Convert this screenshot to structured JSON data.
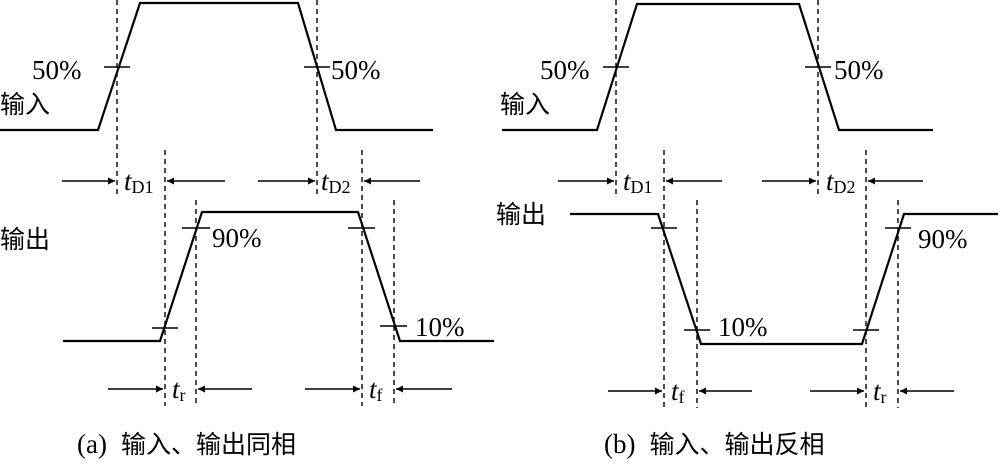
{
  "panel_a": {
    "input_label": "输入",
    "output_label": "输出",
    "pct_in_left": "50%",
    "pct_in_right": "50%",
    "pct_out_high": "90%",
    "pct_out_low": "10%",
    "td1": {
      "t": "t",
      "sub": "D1"
    },
    "td2": {
      "t": "t",
      "sub": "D2"
    },
    "tr": {
      "t": "t",
      "sub": "r"
    },
    "tf": {
      "t": "t",
      "sub": "f"
    },
    "caption_prefix": "(a)",
    "caption_text": "输入、输出同相"
  },
  "panel_b": {
    "input_label": "输入",
    "output_label": "输出",
    "pct_in_left": "50%",
    "pct_in_right": "50%",
    "pct_out_high": "90%",
    "pct_out_low": "10%",
    "td1": {
      "t": "t",
      "sub": "D1"
    },
    "td2": {
      "t": "t",
      "sub": "D2"
    },
    "tf": {
      "t": "t",
      "sub": "f"
    },
    "tr": {
      "t": "t",
      "sub": "r"
    },
    "caption_prefix": "(b)",
    "caption_text": "输入、输出反相"
  }
}
